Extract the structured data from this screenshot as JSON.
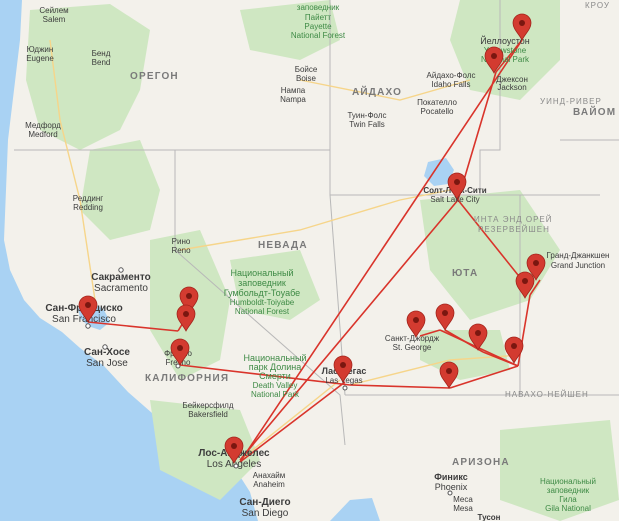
{
  "colors": {
    "land": "#f3f1eb",
    "water": "#a9d2f3",
    "forest": "#cfe7c2",
    "route": "#d9342b",
    "pin": "#d33b30",
    "label": "#3c3c3c",
    "region_label": "#7a7a7a",
    "park_label": "#3e8a45",
    "border": "#b8b8b8"
  },
  "states": [
    {
      "key": "oregon",
      "name": "ОРЕГОН"
    },
    {
      "key": "idaho",
      "name": "АЙДАХО"
    },
    {
      "key": "nevada",
      "name": "НЕВАДА"
    },
    {
      "key": "utah",
      "name": "ЮТА"
    },
    {
      "key": "california",
      "name": "КАЛИФОРНИЯ"
    },
    {
      "key": "arizona",
      "name": "АРИЗОНА"
    },
    {
      "key": "wyoming",
      "name": "ВАЙОМ"
    }
  ],
  "regions": [
    {
      "key": "uinta-river",
      "name": "УИНД-РИВЕР"
    },
    {
      "key": "navajo-nation",
      "name": "НАВАХО-НЕЙШЕН"
    },
    {
      "key": "crow",
      "name": "КРОУ"
    },
    {
      "key": "uintah-reservation",
      "name": "ИНТА ЭНД ОРЕЙ"
    },
    {
      "key": "uintah-reservation-2",
      "name": "РЕЗЕРВЕЙШЕН"
    }
  ],
  "cities": [
    {
      "key": "salem",
      "ru": "Сейлем",
      "en": "Salem"
    },
    {
      "key": "eugene",
      "ru": "Юджин",
      "en": "Eugene"
    },
    {
      "key": "bend",
      "ru": "Бенд",
      "en": "Bend"
    },
    {
      "key": "medford",
      "ru": "Медфорд",
      "en": "Medford"
    },
    {
      "key": "redding",
      "ru": "Реддинг",
      "en": "Redding"
    },
    {
      "key": "boise",
      "ru": "Бойсе",
      "en": "Boise"
    },
    {
      "key": "nampa",
      "ru": "Нампа",
      "en": "Nampa"
    },
    {
      "key": "idaho-falls",
      "ru": "Айдахо-Фолс",
      "en": "Idaho Falls"
    },
    {
      "key": "twin-falls",
      "ru": "Туин-Фолс",
      "en": "Twin Falls"
    },
    {
      "key": "pocatello",
      "ru": "Покателло",
      "en": "Pocatello"
    },
    {
      "key": "jackson",
      "ru": "Джексон",
      "en": "Jackson"
    },
    {
      "key": "reno",
      "ru": "Рино",
      "en": "Reno"
    },
    {
      "key": "sacramento",
      "ru": "Сакраменто",
      "en": "Sacramento"
    },
    {
      "key": "san-francisco",
      "ru": "Сан-Франциско",
      "en": "San Francisco"
    },
    {
      "key": "san-jose",
      "ru": "Сан-Хосе",
      "en": "San Jose"
    },
    {
      "key": "fresno",
      "ru": "Фресно",
      "en": "Fresno"
    },
    {
      "key": "bakersfield",
      "ru": "Бейкерсфилд",
      "en": "Bakersfield"
    },
    {
      "key": "los-angeles",
      "ru": "Лос-Анджелес",
      "en": "Los Angeles"
    },
    {
      "key": "anaheim",
      "ru": "Анахайм",
      "en": "Anaheim"
    },
    {
      "key": "san-diego",
      "ru": "Сан-Диего",
      "en": "San Diego"
    },
    {
      "key": "las-vegas",
      "ru": "Лас-Вегас",
      "en": "Las Vegas"
    },
    {
      "key": "st-george",
      "ru": "Санкт-Джордж",
      "en": "St. George"
    },
    {
      "key": "salt-lake-city",
      "ru": "Солт-Лейк-Сити",
      "en": "Salt Lake City"
    },
    {
      "key": "grand-junction",
      "ru": "Гранд-Джанкшен",
      "en": "Grand Junction"
    },
    {
      "key": "phoenix",
      "ru": "Финикс",
      "en": "Phoenix"
    },
    {
      "key": "mesa",
      "ru": "Меса",
      "en": "Mesa"
    },
    {
      "key": "tucson",
      "ru": "Тусон",
      "en": ""
    }
  ],
  "parks": [
    {
      "key": "payette",
      "lines": [
        "заповедник",
        "Пайетт",
        "Payette",
        "National Forest"
      ]
    },
    {
      "key": "yellowstone",
      "lines": [
        "Йеллоустон",
        "Yellowstone",
        "National Park"
      ]
    },
    {
      "key": "humboldt",
      "lines": [
        "Национальный",
        "заповедник",
        "Гумбольдт-Тоyaбе",
        "Humboldt-Toiyabe",
        "National Forest"
      ]
    },
    {
      "key": "death-valley",
      "lines": [
        "Национальный",
        "парк Долина",
        "Смерти",
        "Death Valley",
        "National Park"
      ]
    },
    {
      "key": "gila",
      "lines": [
        "Национальный",
        "заповедник",
        "Гила",
        "Gila National"
      ]
    }
  ],
  "pins": [
    {
      "name": "yellowstone-pin",
      "place": "Йеллоустон"
    },
    {
      "name": "jackson-pin",
      "place": "Джексон"
    },
    {
      "name": "salt-lake-city-pin",
      "place": "Солт-Лейк-Сити"
    },
    {
      "name": "arches-pin",
      "place": ""
    },
    {
      "name": "moab-pin",
      "place": ""
    },
    {
      "name": "san-francisco-pin",
      "place": "Сан-Франциско"
    },
    {
      "name": "yosemite-north-pin",
      "place": ""
    },
    {
      "name": "yosemite-south-pin",
      "place": ""
    },
    {
      "name": "fresno-pin",
      "place": "Фресно"
    },
    {
      "name": "st-george-pin",
      "place": ""
    },
    {
      "name": "zion-pin",
      "place": ""
    },
    {
      "name": "bryce-pin",
      "place": ""
    },
    {
      "name": "capitol-reef-pin",
      "place": ""
    },
    {
      "name": "las-vegas-pin",
      "place": "Лас-Вегас"
    },
    {
      "name": "grand-canyon-pin",
      "place": ""
    },
    {
      "name": "los-angeles-pin",
      "place": "Лос-Анджелес"
    }
  ]
}
